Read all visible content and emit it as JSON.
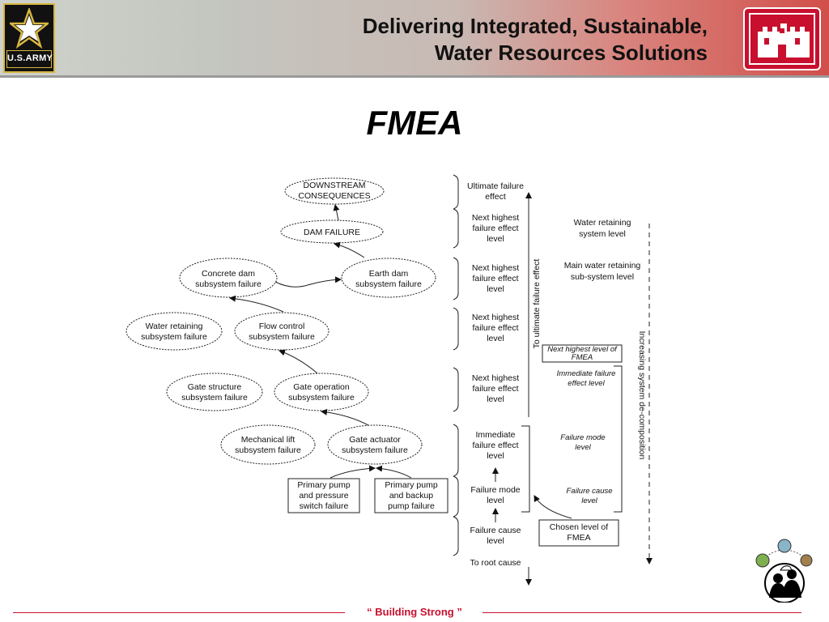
{
  "header": {
    "army_label": "U.S.ARMY",
    "headline_line1": "Delivering Integrated, Sustainable,",
    "headline_line2": "Water Resources Solutions"
  },
  "title": "FMEA",
  "tree": {
    "downstream_1": "DOWNSTREAM",
    "downstream_2": "CONSEQUENCES",
    "dam_failure": "DAM FAILURE",
    "concrete_1": "Concrete dam",
    "concrete_2": "subsystem failure",
    "earth_1": "Earth dam",
    "earth_2": "subsystem failure",
    "water_ret_1": "Water retaining",
    "water_ret_2": "subsystem failure",
    "flow_1": "Flow control",
    "flow_2": "subsystem failure",
    "gate_struct_1": "Gate structure",
    "gate_struct_2": "subsystem failure",
    "gate_op_1": "Gate operation",
    "gate_op_2": "subsystem failure",
    "mech_1": "Mechanical lift",
    "mech_2": "subsystem failure",
    "gate_act_1": "Gate actuator",
    "gate_act_2": "subsystem failure",
    "pump_switch_1": "Primary pump",
    "pump_switch_2": "and pressure",
    "pump_switch_3": "switch failure",
    "pump_backup_1": "Primary pump",
    "pump_backup_2": "and backup",
    "pump_backup_3": "pump failure"
  },
  "levels": {
    "ultimate_1": "Ultimate failure",
    "ultimate_2": "effect",
    "next_a": "Next highest",
    "next_b": "failure effect",
    "next_c": "level",
    "immediate_1": "Immediate",
    "immediate_2": "failure effect",
    "immediate_3": "level",
    "mode_1": "Failure mode",
    "mode_2": "level",
    "cause_1": "Failure cause",
    "cause_2": "level",
    "root": "To root cause",
    "to_ultimate": "To ultimate failure effect"
  },
  "right": {
    "water_sys_1": "Water retaining",
    "water_sys_2": "system level",
    "main_sub_1": "Main water retaining",
    "main_sub_2": "sub-system level",
    "next_fmea_1": "Next highest level of",
    "next_fmea_2": "FMEA",
    "imm_1": "Immediate failure",
    "imm_2": "effect level",
    "fm_1": "Failure mode",
    "fm_2": "level",
    "fc_1": "Failure cause",
    "fc_2": "level",
    "chosen_1": "Chosen level of",
    "chosen_2": "FMEA",
    "decomp": "Increasing system de-composition"
  },
  "footer": {
    "tagline": "“ Building  Strong ”"
  },
  "colors": {
    "accent": "#c8102e",
    "gold": "#d7b640"
  }
}
